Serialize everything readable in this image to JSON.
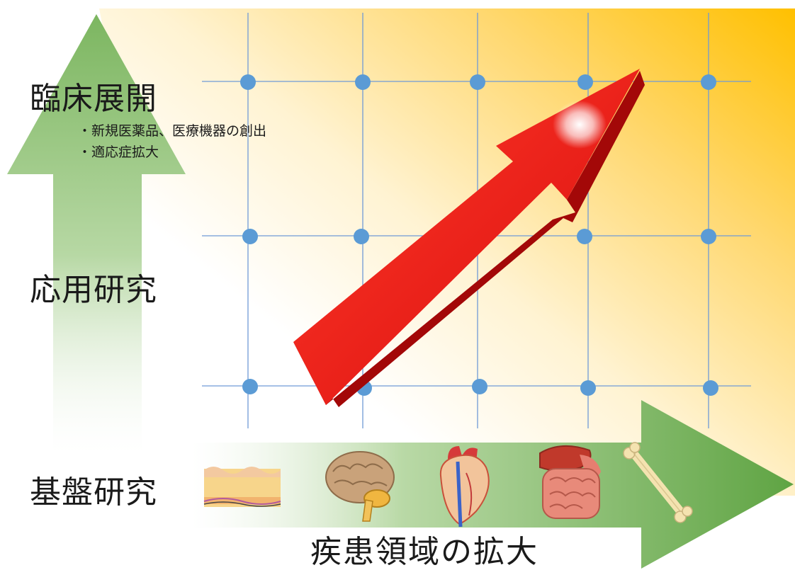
{
  "labels": {
    "clinical": "臨床展開",
    "clinical_bullets": [
      "・新規医薬品、医療機器の創出",
      "・適応症拡大"
    ],
    "applied": "応用研究",
    "basic": "基盤研究",
    "x_axis": "疾患領域の拡大"
  },
  "organs": [
    "skin-icon",
    "brain-icon",
    "heart-icon",
    "digestive-organs-icon",
    "bone-icon"
  ],
  "colors": {
    "background_gradient_warm": "#ffc000",
    "arrow_green": "#6aaa4a",
    "grid_line": "#5b8fd0",
    "grid_dot": "#5b9bd5",
    "red_arrow": "#e01010"
  }
}
